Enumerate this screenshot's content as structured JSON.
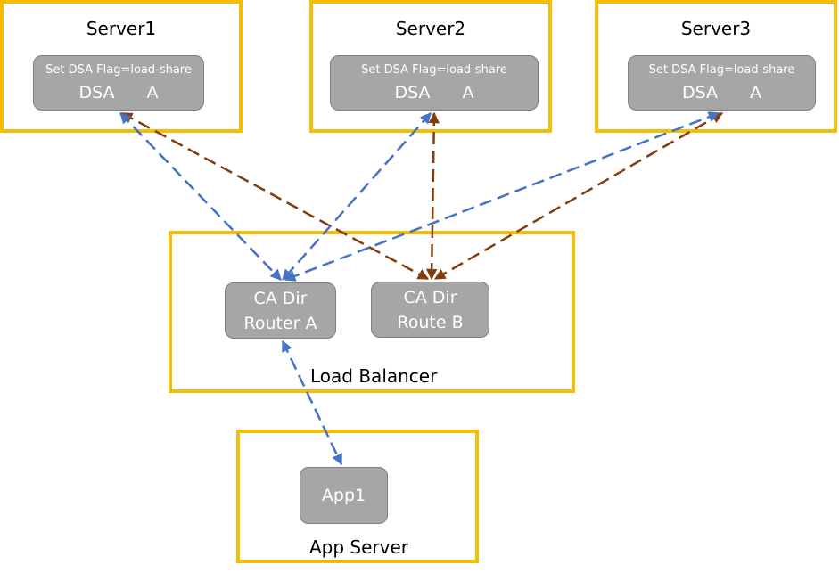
{
  "servers": [
    {
      "title": "Server1",
      "flag": "Set DSA Flag=load-share",
      "dsa": "DSA",
      "letter": "A"
    },
    {
      "title": "Server2",
      "flag": "Set DSA Flag=load-share",
      "dsa": "DSA",
      "letter": "A"
    },
    {
      "title": "Server3",
      "flag": "Set DSA Flag=load-share",
      "dsa": "DSA",
      "letter": "A"
    }
  ],
  "load_balancer": {
    "label": "Load Balancer",
    "router_a": {
      "line1": "CA Dir",
      "line2": "Router A"
    },
    "router_b": {
      "line1": "CA Dir",
      "line2": "Route B"
    }
  },
  "app_server": {
    "label": "App Server",
    "app": "App1"
  },
  "colors": {
    "frame": "#f5bd0a",
    "node_fill": "#a6a6a6",
    "router_a_links": "#4472c4",
    "router_b_links": "#843c0c"
  }
}
